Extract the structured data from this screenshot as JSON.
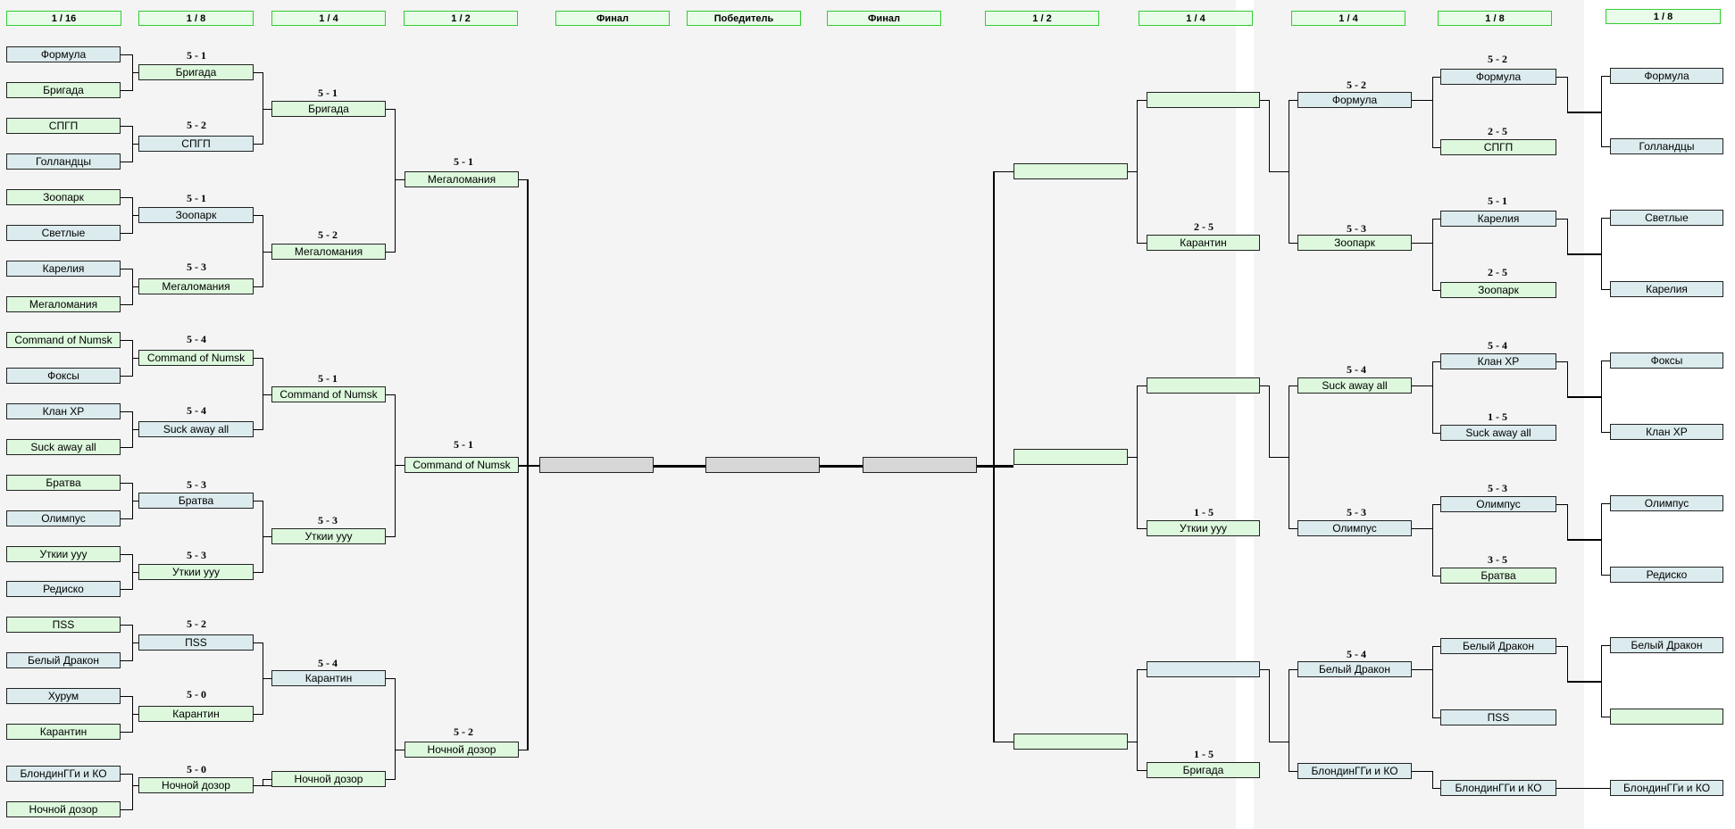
{
  "headers": [
    "1 / 16",
    "1 / 8",
    "1 / 4",
    "1 / 2",
    "Финал",
    "Победитель",
    "Финал",
    "1 / 2",
    "1 / 4",
    "1 / 4",
    "1 / 8",
    "1 / 8"
  ],
  "left": {
    "r16": [
      "Формула",
      "Бригада",
      "СПГП",
      "Голландцы",
      "Зоопарк",
      "Светлые",
      "Карелия",
      "Мегаломания",
      "Command of Numsk",
      "Фоксы",
      "Клан XP",
      "Suck away all",
      "Братва",
      "Олимпус",
      "Уткии ууу",
      "Редиско",
      "ПSS",
      "Белый Дракон",
      "Хурум",
      "Карантин",
      "БлондинГГи и КО",
      "Ночной дозор"
    ],
    "r8": [
      "Бригада",
      "СПГП",
      "Зоопарк",
      "Мегаломания",
      "Command of Numsk",
      "Suck away all",
      "Братва",
      "Уткии ууу",
      "ПSS",
      "Карантин",
      "Ночной дозор"
    ],
    "r8_scores": [
      "5 - 1",
      "5 - 2",
      "5 - 1",
      "5 - 3",
      "5 - 4",
      "5 - 4",
      "5 - 3",
      "5 - 3",
      "5 - 2",
      "5 - 0",
      "5 - 0"
    ],
    "r4": [
      "Бригада",
      "Мегаломания",
      "Command of Numsk",
      "Уткии ууу",
      "Карантин",
      "Ночной дозор"
    ],
    "r4_scores": [
      "5 - 1",
      "5 - 2",
      "5 - 1",
      "5 - 3",
      "5 - 4"
    ],
    "r2": [
      "Мегаломания",
      "Command of Numsk",
      "Ночной дозор"
    ],
    "r2_scores": [
      "5 - 1",
      "5 - 1",
      "5 - 2"
    ]
  },
  "right": {
    "r8_outer": [
      "Формула",
      "Голландцы",
      "Светлые",
      "Карелия",
      "Фоксы",
      "Клан XP",
      "Олимпус",
      "Редиско",
      "Белый Дракон",
      "",
      "БлондинГГи и КО"
    ],
    "r8_inner": [
      "Формула",
      "СПГП",
      "Карелия",
      "Зоопарк",
      "Клан XP",
      "Suck away all",
      "Олимпус",
      "Братва",
      "Белый Дракон",
      "ПSS",
      "БлондинГГи и КО"
    ],
    "r8_inner_scores": [
      "5 - 2",
      "2 - 5",
      "5 - 1",
      "2 - 5",
      "5 - 4",
      "1 - 5",
      "5 - 3",
      "3 - 5"
    ],
    "r4b": [
      "Формула",
      "Зоопарк",
      "Suck away all",
      "Олимпус",
      "Белый Дракон",
      "БлондинГГи и КО"
    ],
    "r4b_scores": [
      "5 - 2",
      "5 - 3",
      "5 - 4",
      "5 - 3",
      "5 - 4"
    ],
    "r4a": [
      "",
      "Карантин",
      "",
      "Уткии ууу",
      "",
      "Бригада"
    ],
    "r4a_scores": [
      "2 - 5",
      "1 - 5",
      "1 - 5"
    ],
    "r2": [
      "",
      "",
      ""
    ]
  },
  "final": {
    "left": "",
    "winner": "",
    "right": ""
  },
  "colors": {
    "green_box": "#ddf8dd",
    "blue_box": "#dcebee",
    "grey_box": "#d7d7d7",
    "header_border": "#33cc33"
  }
}
